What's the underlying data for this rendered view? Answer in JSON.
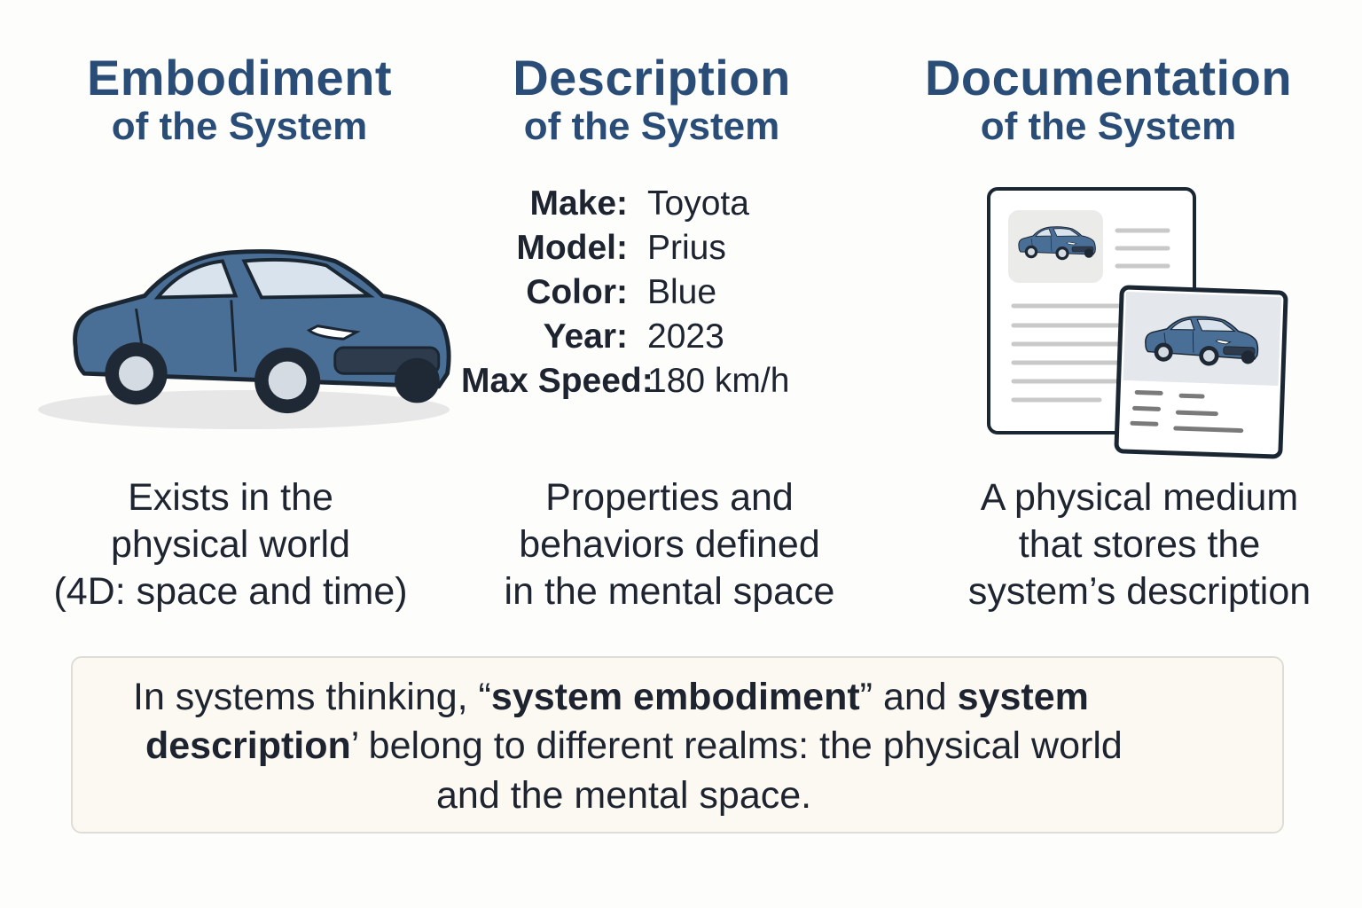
{
  "columns": [
    {
      "title": "Embodiment",
      "subtitle": "of the System",
      "caption": [
        "Exists in the",
        "physical world",
        "(4D: space and time)"
      ]
    },
    {
      "title": "Description",
      "subtitle": "of the System",
      "caption": [
        "Properties and",
        "behaviors defined",
        "in the mental space"
      ]
    },
    {
      "title": "Documentation",
      "subtitle": "of the System",
      "caption": [
        "A physical medium",
        "that stores the",
        "system’s description"
      ]
    }
  ],
  "properties": [
    {
      "label": "Make:",
      "value": "Toyota"
    },
    {
      "label": "Model:",
      "value": "Prius"
    },
    {
      "label": "Color:",
      "value": "Blue"
    },
    {
      "label": "Year:",
      "value": "2023"
    },
    {
      "label": "Max Speed:",
      "value": "180 km/h"
    }
  ],
  "note": {
    "l1_a": "In systems thinking, “",
    "l1_b": "system embodiment",
    "l1_c": "” and ",
    "l1_d": "system",
    "l2_a": "description",
    "l2_b": "’ belong to different realms: the physical world",
    "l3": "and the mental space."
  },
  "colors": {
    "title": "#2a4d78",
    "car": "#4a6f96",
    "note_bg": "#fcf9f2"
  }
}
